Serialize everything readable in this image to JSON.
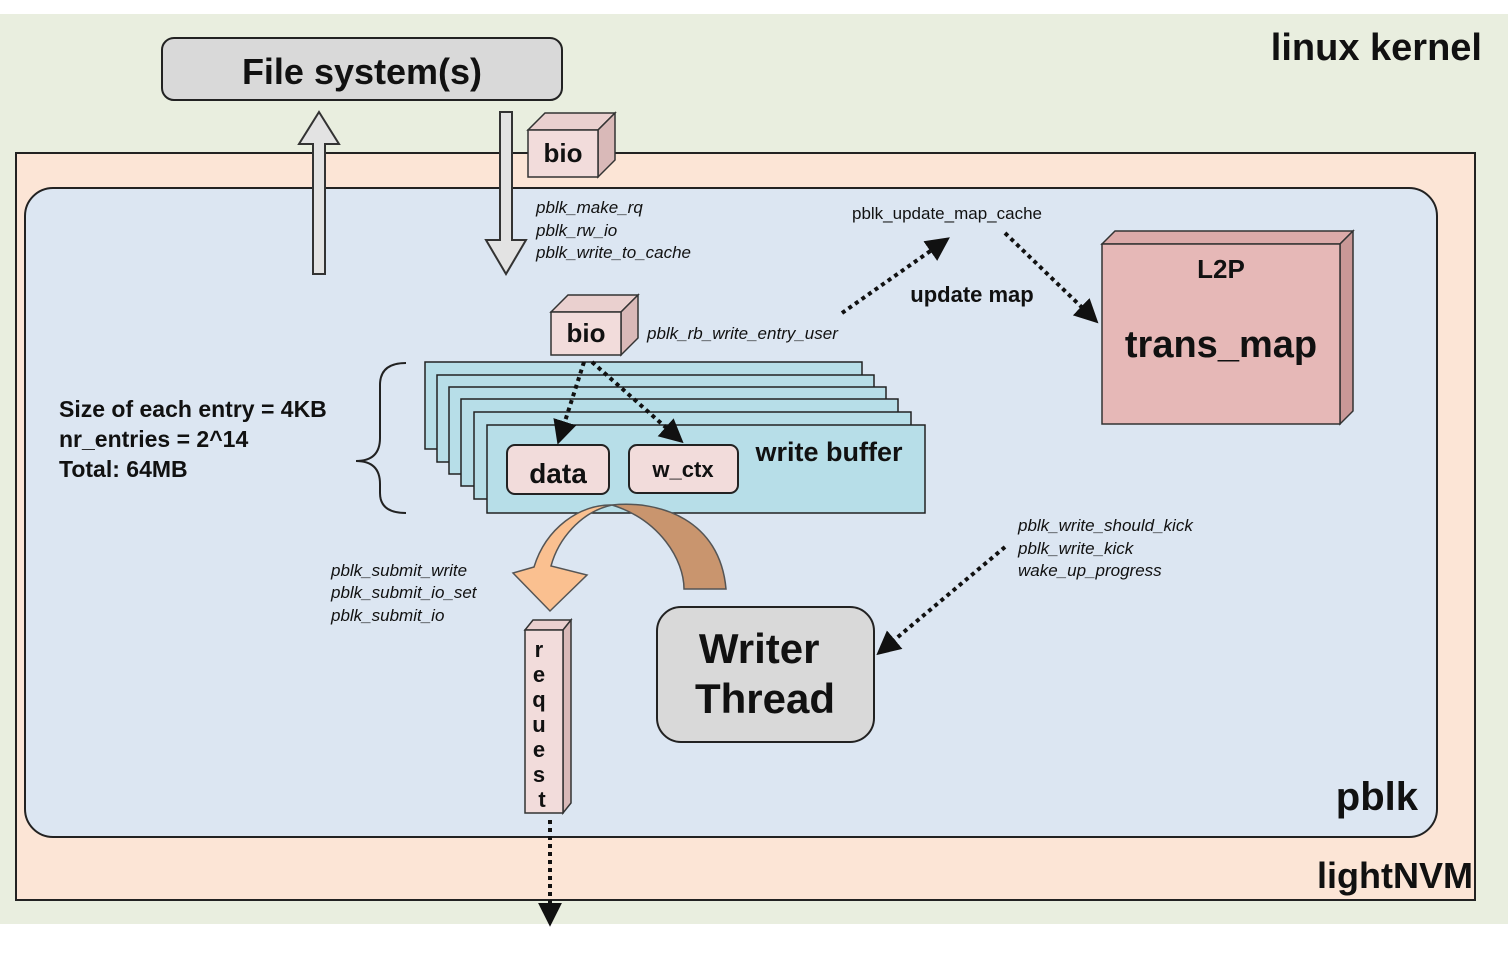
{
  "colors": {
    "kernel_bg": "#e9eedf",
    "lightnvm_bg": "#fce5d6",
    "pblk_bg": "#dce6f2",
    "box_pink": "#f2dcdb",
    "box_pink_side": "#d9b9b8",
    "box_pink_top": "#ead0cf",
    "l2p_front": "#e6b8b7",
    "l2p_side": "#c99897",
    "l2p_top": "#dcaaa9",
    "buffer_fill": "#b7dee8",
    "gray_box": "#d9d9d9",
    "orange_arrow": "#fac090",
    "brown_arrow": "#c9956e"
  },
  "regions": {
    "kernel_label": "linux kernel",
    "lightnvm_label": "lightNVM",
    "pblk_label": "pblk"
  },
  "nodes": {
    "file_system": "File system(s)",
    "bio_top": "bio",
    "bio_mid": "bio",
    "l2p_title": "L2P",
    "l2p_name": "trans_map",
    "write_buffer": "write buffer",
    "data": "data",
    "w_ctx": "w_ctx",
    "writer_thread": [
      "Writer",
      "Thread"
    ],
    "request": [
      "r",
      "e",
      "q",
      "u",
      "e",
      "s",
      "t"
    ]
  },
  "annotations": {
    "make_rq_functions": [
      "pblk_make_rq",
      "pblk_rw_io",
      "pblk_write_to_cache"
    ],
    "update_map_cache": "pblk_update_map_cache",
    "update_map": "update map",
    "rb_write_entry": "pblk_rb_write_entry_user",
    "buffer_info": [
      "Size of each entry = 4KB",
      "nr_entries = 2^14",
      "Total: 64MB"
    ],
    "submit_functions": [
      "pblk_submit_write",
      "pblk_submit_io_set",
      "pblk_submit_io"
    ],
    "kick_functions": [
      "pblk_write_should_kick",
      "pblk_write_kick",
      "wake_up_progress"
    ]
  }
}
